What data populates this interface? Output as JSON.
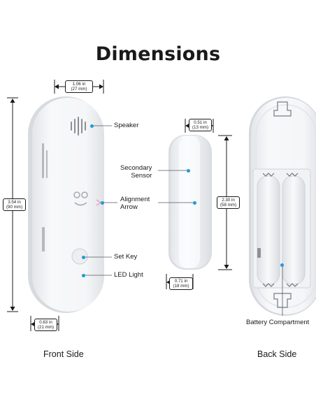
{
  "title": "Dimensions",
  "dimensions": {
    "front_width": {
      "inch": "1.06 in",
      "mm": "(27 mm)"
    },
    "front_height": {
      "inch": "3.54 in",
      "mm": "(90 mm)"
    },
    "front_bottom": {
      "inch": "0.83 in",
      "mm": "(21 mm)"
    },
    "sensor_width": {
      "inch": "0.51 in",
      "mm": "(13 mm)"
    },
    "sensor_height": {
      "inch": "2.30 in",
      "mm": "(58 mm)"
    },
    "sensor_bottom": {
      "inch": "0.71 in",
      "mm": "(18 mm)"
    }
  },
  "callouts": {
    "speaker": "Speaker",
    "secondary_sensor_line1": "Secondary",
    "secondary_sensor_line2": "Sensor",
    "alignment_arrow_line1": "Alignment",
    "alignment_arrow_line2": "Arrow",
    "set_key": "Set Key",
    "led_light": "LED Light",
    "battery_compartment": "Battery Compartment"
  },
  "labels": {
    "front_side": "Front Side",
    "back_side": "Back Side"
  },
  "colors": {
    "accent_dot": "#1e9bd7",
    "device_white": "#f4f5f7"
  }
}
